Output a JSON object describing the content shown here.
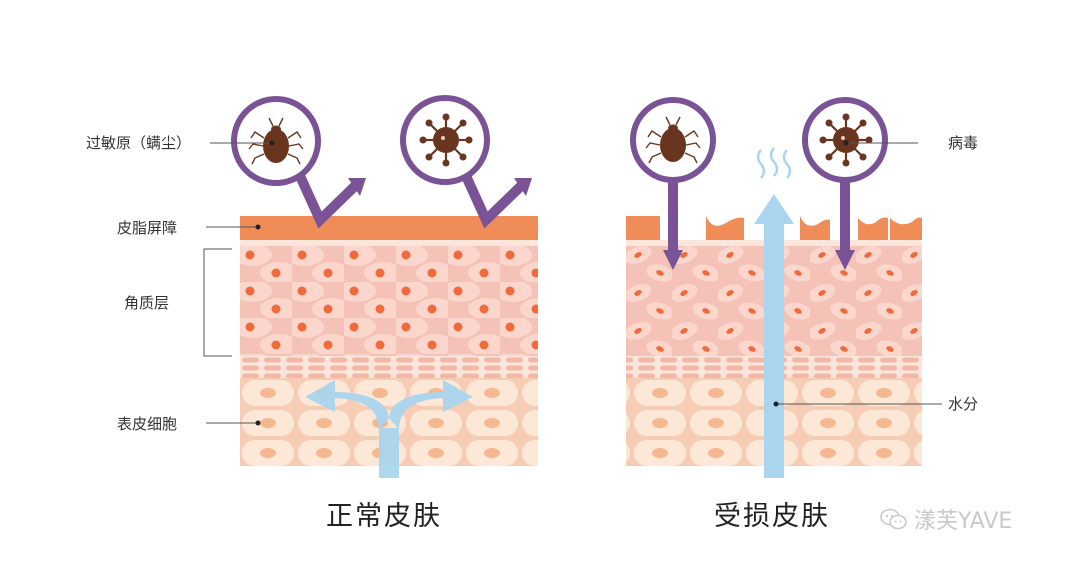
{
  "labels": {
    "allergen": "过敏原（螨尘）",
    "barrier": "皮脂屏障",
    "stratum": "角质层",
    "epidermal": "表皮细胞",
    "virus": "病毒",
    "water": "水分"
  },
  "captions": {
    "normal": "正常皮肤",
    "damaged": "受损皮肤"
  },
  "watermark": "漾芙YAVE",
  "colors": {
    "barrier": "#f08c57",
    "stratum_bg": "#f4c2b6",
    "cell": "#fbd6cd",
    "nucleus": "#f06a3c",
    "epi_cell": "#fde7d6",
    "epi_nucleus": "#f3b890",
    "arrow_purple": "#7a5296",
    "water": "#a9d6ee",
    "mite": "#6a351f"
  },
  "icons": [
    "mite-icon",
    "virus-icon",
    "steam-icon",
    "wechat-icon"
  ]
}
